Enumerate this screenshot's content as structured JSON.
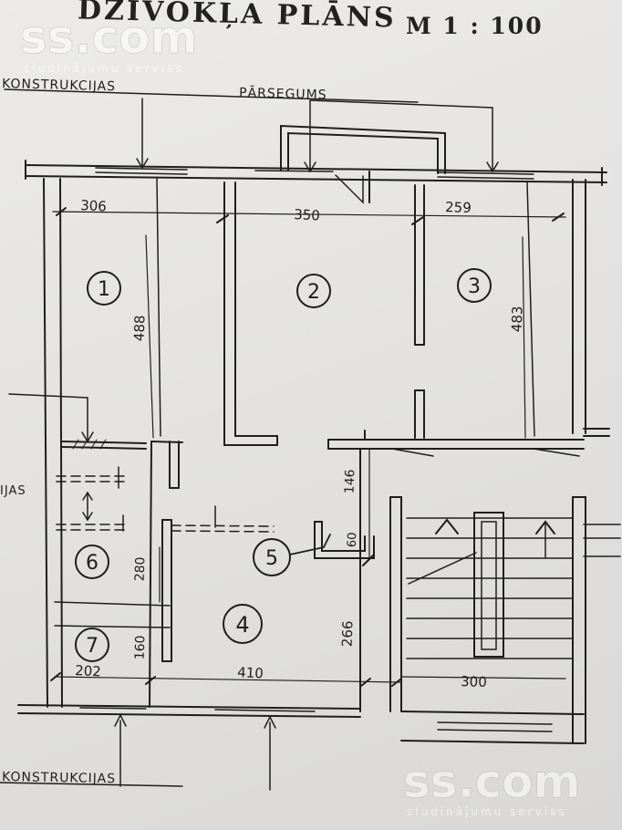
{
  "title": "DZĪVOKĻA PLĀNS",
  "scale": "M 1 : 100",
  "watermark": {
    "brand": "ss.com",
    "tagline": "sludinājumu serviss"
  },
  "annotations": {
    "top_left": "KONSTRUKCIJAS",
    "top_right": "PĀRSEGUMS",
    "left": "IJAS",
    "bottom": "KONSTRUKCIJAS"
  },
  "rooms": [
    {
      "number": "1"
    },
    {
      "number": "2"
    },
    {
      "number": "3"
    },
    {
      "number": "4"
    },
    {
      "number": "5"
    },
    {
      "number": "6"
    },
    {
      "number": "7"
    }
  ],
  "dimensions": {
    "room1_width": "306",
    "room2_width": "350",
    "room3_width": "259",
    "room1_length": "488",
    "room3_length": "483",
    "corridor_146": "146",
    "corridor_60": "60",
    "room4_length": "266",
    "room6_length": "280",
    "room7_length": "160",
    "bottom_202": "202",
    "bottom_410": "410",
    "stair_300": "300"
  },
  "colors": {
    "ink": "#1e1e1e",
    "paper": "#e6e5e3"
  }
}
